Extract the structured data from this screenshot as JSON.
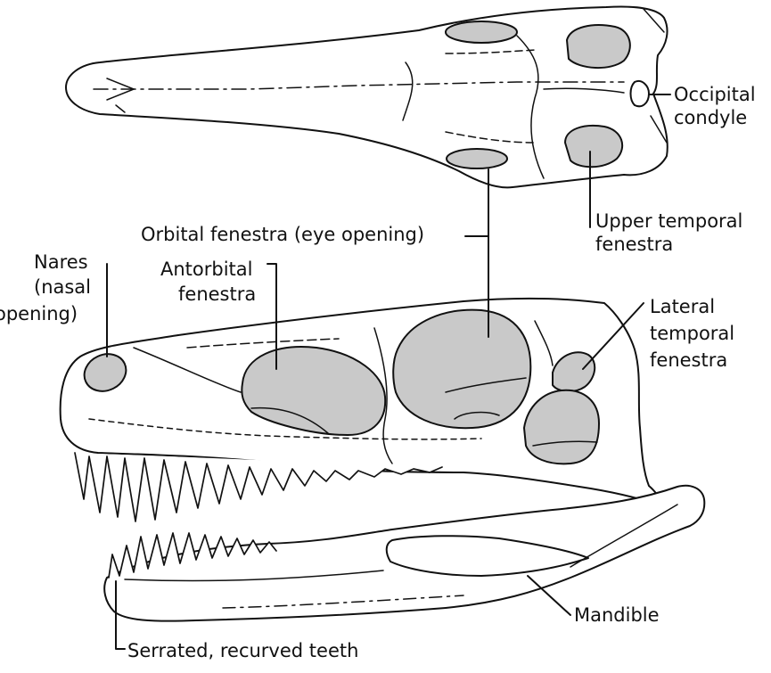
{
  "colors": {
    "outline": "#111111",
    "fenestra_fill": "#c9c9c9",
    "background": "#ffffff",
    "label_text": "#111111"
  },
  "icons": {
    "skull_top": "skull-dorsal-view",
    "skull_side": "skull-lateral-view"
  },
  "labels": {
    "occipital_1": "Occipital",
    "occipital_2": "condyle",
    "upper_temporal_1": "Upper temporal",
    "upper_temporal_2": "fenestra",
    "orbital": "Orbital fenestra (eye opening)",
    "nares_1": "Nares",
    "nares_2": "(nasal",
    "nares_3": "opening)",
    "antorbital_1": "Antorbital",
    "antorbital_2": "fenestra",
    "lateral_temporal_1": "Lateral",
    "lateral_temporal_2": "temporal",
    "lateral_temporal_3": "fenestra",
    "mandible": "Mandible",
    "teeth": "Serrated, recurved teeth"
  }
}
